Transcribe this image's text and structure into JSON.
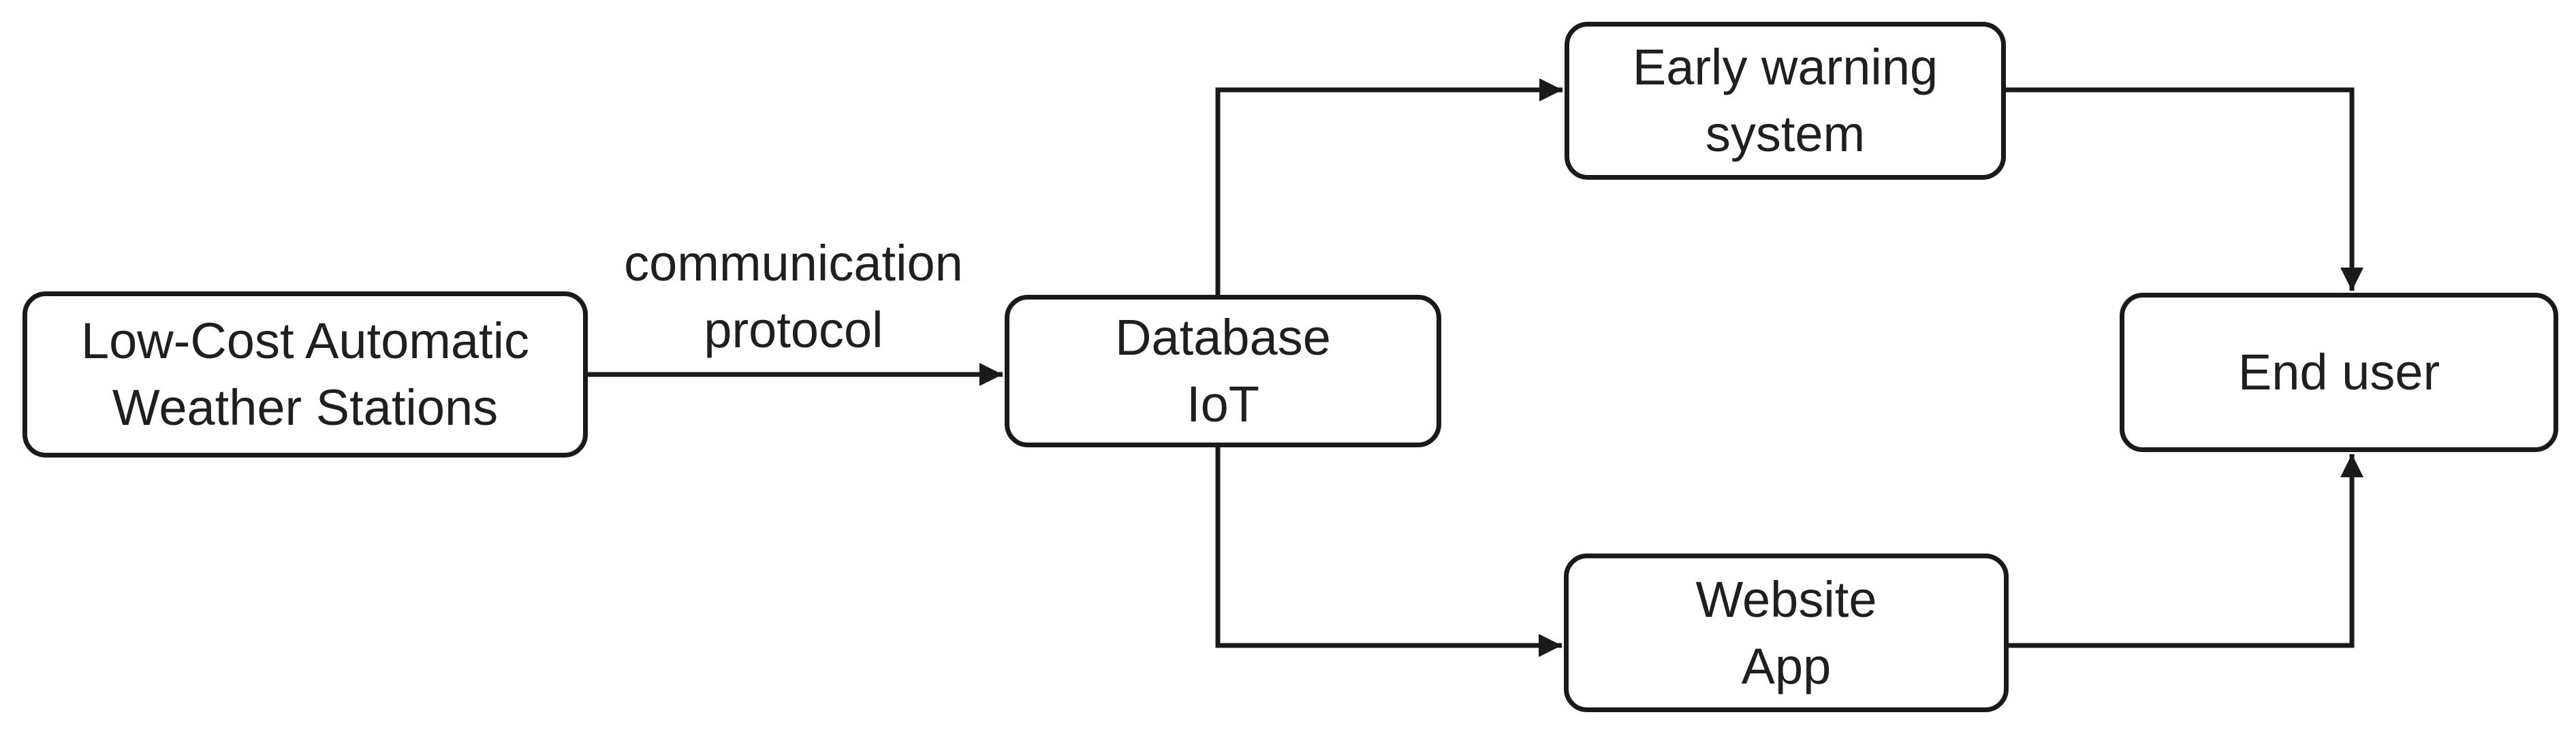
{
  "diagram": {
    "colors": {
      "background": "#ffffff",
      "stroke": "#1a1a1a",
      "text": "#1f1f1f",
      "node_fill": "#ffffff"
    },
    "nodes": {
      "weather_stations": {
        "label": "Low-Cost Automatic\nWeather Stations"
      },
      "database": {
        "label": "Database\nIoT"
      },
      "early_warning": {
        "label": "Early warning\nsystem"
      },
      "website_app": {
        "label": "Website\nApp"
      },
      "end_user": {
        "label": "End user"
      }
    },
    "edge_labels": {
      "communication_protocol": "communication\nprotocol"
    },
    "edges": [
      {
        "from": "weather_stations",
        "to": "database",
        "label": "communication protocol",
        "arrow": "right"
      },
      {
        "from": "database",
        "to": "early_warning",
        "arrow": "right"
      },
      {
        "from": "database",
        "to": "website_app",
        "arrow": "right"
      },
      {
        "from": "early_warning",
        "to": "end_user",
        "arrow": "down"
      },
      {
        "from": "website_app",
        "to": "end_user",
        "arrow": "up"
      }
    ]
  }
}
